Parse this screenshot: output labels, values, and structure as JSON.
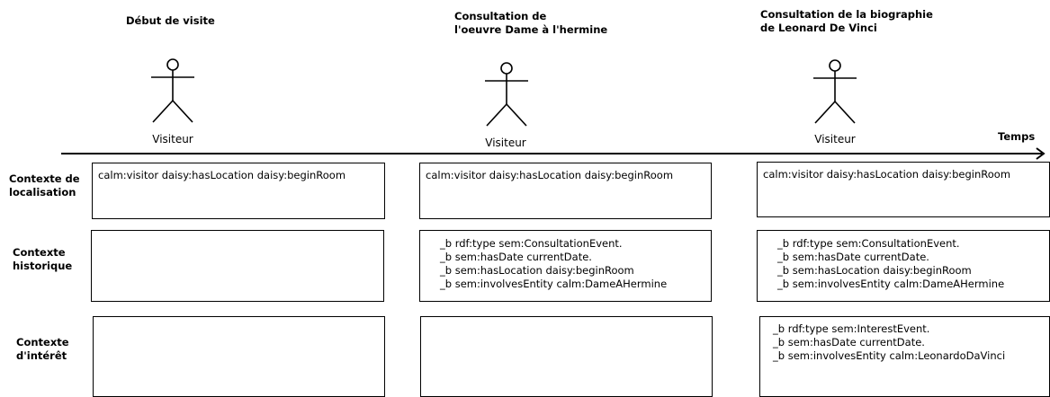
{
  "steps": [
    {
      "title": "Début de visite",
      "actor": "Visiteur"
    },
    {
      "title": "Consultation de\nl'oeuvre Dame à l'hermine",
      "actor": "Visiteur"
    },
    {
      "title": "Consultation de la biographie\nde Leonard De Vinci",
      "actor": "Visiteur"
    }
  ],
  "timeline": {
    "label": "Temps"
  },
  "rows": [
    {
      "label": "Contexte de\nlocalisation"
    },
    {
      "label": "Contexte\nhistorique"
    },
    {
      "label": "Contexte\nd'intérêt"
    }
  ],
  "cells": {
    "loc": [
      [
        "calm:visitor daisy:hasLocation daisy:beginRoom"
      ],
      [
        "calm:visitor daisy:hasLocation daisy:beginRoom"
      ],
      [
        "calm:visitor daisy:hasLocation daisy:beginRoom"
      ]
    ],
    "hist": [
      [],
      [
        "_b rdf:type sem:ConsultationEvent.",
        "_b sem:hasDate currentDate.",
        "_b sem:hasLocation daisy:beginRoom",
        "_b sem:involvesEntity calm:DameAHermine"
      ],
      [
        "_b rdf:type sem:ConsultationEvent.",
        "_b sem:hasDate currentDate.",
        "_b sem:hasLocation daisy:beginRoom",
        "_b sem:involvesEntity calm:DameAHermine"
      ]
    ],
    "interest": [
      [],
      [],
      [
        "_b rdf:type sem:InterestEvent.",
        "_b sem:hasDate currentDate.",
        "_b sem:involvesEntity calm:LeonardoDaVinci"
      ]
    ]
  }
}
